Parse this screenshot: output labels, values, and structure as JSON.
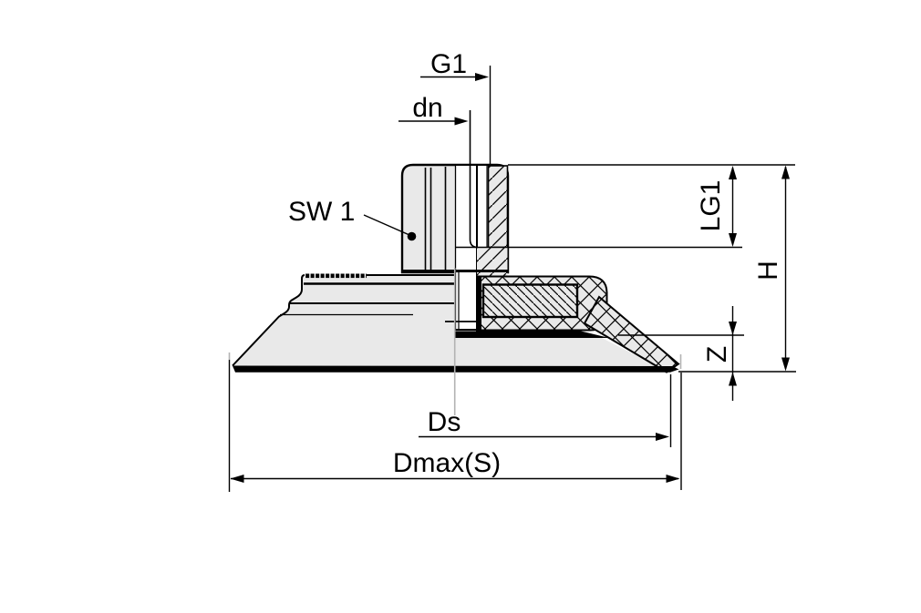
{
  "drawing": {
    "description": "suction-cup technical section drawing",
    "labels": {
      "g1": "G1",
      "dn": "dn",
      "sw": "SW 1",
      "lg1": "LG1",
      "h": "H",
      "z": "Z",
      "ds": "Ds",
      "dmax": "Dmax(S)"
    },
    "colors": {
      "line": "#000000",
      "part_fill": "#e9e9e9",
      "centerline": "#b3b3b3",
      "background": "#ffffff"
    }
  }
}
